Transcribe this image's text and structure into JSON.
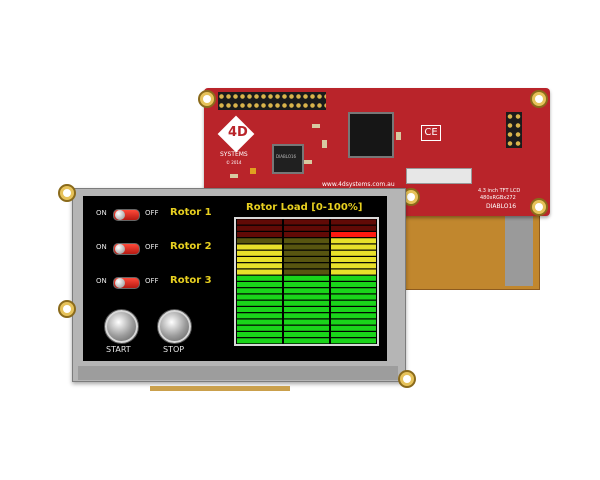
{
  "board": {
    "brand": "4D",
    "company": "SYSTEMS",
    "year": "© 2014",
    "website": "www.4dsystems.com.au",
    "ce_mark": "CE",
    "lcd_size": "4.3 inch TFT LCD",
    "resolution": "480xRGBx272",
    "model": "DIABLO16",
    "chip_label": "DIABLO16"
  },
  "screen": {
    "on_label": "ON",
    "off_label": "OFF",
    "rotors": [
      {
        "label": "Rotor 1",
        "state": "off"
      },
      {
        "label": "Rotor 2",
        "state": "off"
      },
      {
        "label": "Rotor 3",
        "state": "off"
      }
    ],
    "start_label": "START",
    "stop_label": "STOP",
    "gauge_title": "Rotor Load [0-100%]",
    "gauge_levels": [
      0.82,
      0.55,
      0.9
    ],
    "colors": {
      "text_yellow": "#e8d020",
      "green": "#1ad51a",
      "yellow": "#e8e02a",
      "red": "#ff1a10"
    }
  }
}
